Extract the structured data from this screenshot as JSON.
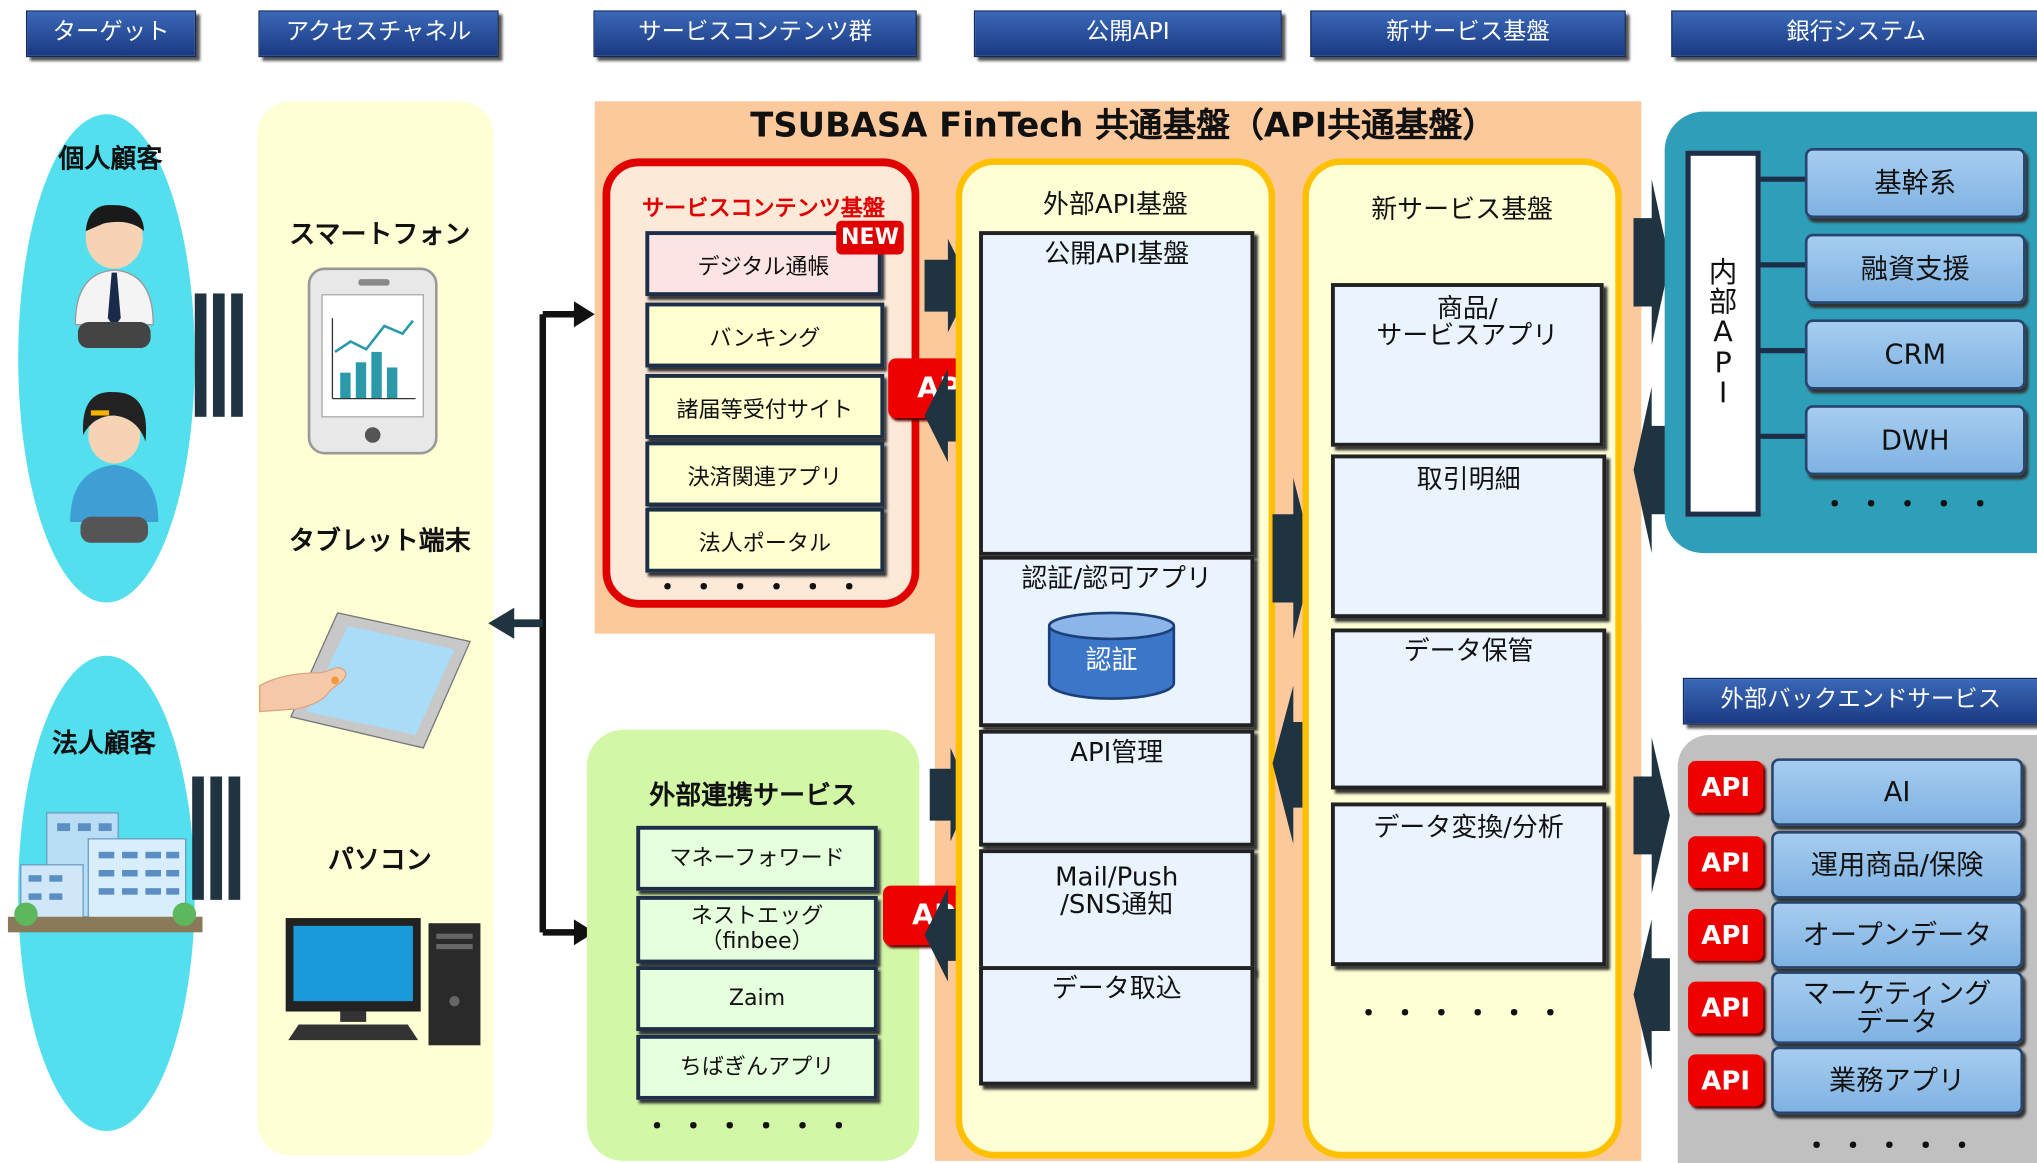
{
  "headers": [
    "ターゲット",
    "アクセスチャネル",
    "サービスコンテンツ群",
    "公開API",
    "新サービス基盤",
    "銀行システム"
  ],
  "targets": {
    "individual": "個人顧客",
    "corporate": "法人顧客"
  },
  "channels": {
    "smartphone": "スマートフォン",
    "tablet": "タブレット端末",
    "pc": "パソコン"
  },
  "platform_title": "TSUBASA FinTech 共通基盤（API共通基盤）",
  "service_contents": {
    "title": "サービスコンテンツ基盤",
    "new_badge": "NEW",
    "items": [
      "デジタル通帳",
      "バンキング",
      "諸届等受付サイト",
      "決済関連アプリ",
      "法人ポータル"
    ],
    "more": "・・・・・・"
  },
  "external_services": {
    "title": "外部連携サービス",
    "items": [
      "マネーフォワード",
      "ネストエッグ\n（finbee）",
      "Zaim",
      "ちばぎんアプリ"
    ],
    "more": "・・・・・・"
  },
  "api_badge": "API",
  "external_api": {
    "title": "外部API基盤",
    "items": [
      "公開API基盤",
      "認証/認可アプリ",
      "API管理",
      "Mail/Push\n/SNS通知",
      "データ取込"
    ],
    "auth_db": "認証"
  },
  "new_service": {
    "title": "新サービス基盤",
    "items": [
      "商品/\nサービスアプリ",
      "取引明細",
      "データ保管",
      "データ変換/分析"
    ],
    "more": "・・・・・・"
  },
  "bank_system": {
    "internal_api": "内\n部\nA\nP\nI",
    "items": [
      "基幹系",
      "融資支援",
      "CRM",
      "DWH"
    ],
    "more": "・・・・・"
  },
  "external_backend": {
    "title": "外部バックエンドサービス",
    "items": [
      "AI",
      "運用商品/保険",
      "オープンデータ",
      "マーケティング\nデータ",
      "業務アプリ"
    ],
    "more": "・・・・・"
  },
  "colors": {
    "header_blue": "#1f3f8a",
    "platform_orange": "#fcc99d",
    "service_red": "#e00000",
    "yellow_panel": "#ffffd5",
    "bank_teal": "#2f9fb9"
  }
}
